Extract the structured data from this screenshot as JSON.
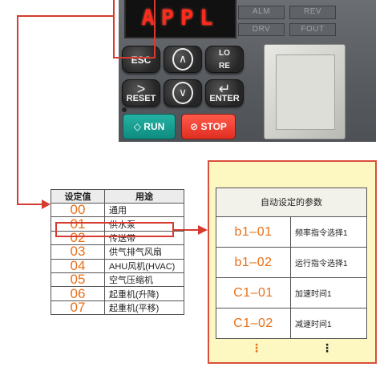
{
  "keypad": {
    "display_text": "APPL",
    "indicators": [
      "ALM",
      "REV",
      "DRV",
      "FOUT"
    ],
    "keys": {
      "esc": "ESC",
      "up": "∧",
      "lo_re_top": "LO",
      "lo_re_bottom": "RE",
      "reset": "RESET",
      "down": "∨",
      "enter": "ENTER",
      "run": "RUN",
      "stop": "STOP"
    }
  },
  "settings_table": {
    "headers": [
      "设定值",
      "用途"
    ],
    "rows": [
      {
        "value": "00",
        "use": "通用"
      },
      {
        "value": "01",
        "use": "供水泵"
      },
      {
        "value": "02",
        "use": "传送带"
      },
      {
        "value": "03",
        "use": "供气排气风扇"
      },
      {
        "value": "04",
        "use": "AHU风机(HVAC)"
      },
      {
        "value": "05",
        "use": "空气压缩机"
      },
      {
        "value": "06",
        "use": "起重机(升降)"
      },
      {
        "value": "07",
        "use": "起重机(平移)"
      }
    ],
    "selected_index": 1
  },
  "param_panel": {
    "title": "自动设定的参数",
    "rows": [
      {
        "code": "b1–01",
        "desc": "频率指令选择1"
      },
      {
        "code": "b1–02",
        "desc": "运行指令选择1"
      },
      {
        "code": "C1–01",
        "desc": "加速时间1"
      },
      {
        "code": "C1–02",
        "desc": "减速时间1"
      }
    ],
    "ellipsis": "⋮"
  },
  "colors": {
    "arrow": "#d73a2e",
    "value_text": "#e8701a",
    "panel_bg": "#fdf7c2",
    "panel_border": "#d94e3c"
  }
}
